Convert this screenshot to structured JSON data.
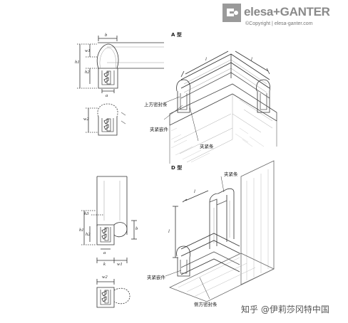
{
  "brand": {
    "logo_text": "elesa+GANTER",
    "copyright": "©Copyright | elesa-ganter.com"
  },
  "sections": {
    "type_a": "A 型",
    "type_d": "D 型"
  },
  "callouts": {
    "top_seal": "上方密封条",
    "clamp_a": "夹紧嵌件",
    "clamp_strip_a": "夹紧条",
    "clamp_strip_d": "夹紧条",
    "clamp_d": "夹紧嵌件",
    "side_seal": "侧方密封条"
  },
  "dimensions": {
    "b": "b",
    "w1": "w1",
    "h1": "h1",
    "h2": "h2",
    "a": "a",
    "w2": "w2",
    "h3": "h3",
    "k": "k",
    "l": "l"
  },
  "watermark": "知乎 @伊莉莎冈特中国"
}
